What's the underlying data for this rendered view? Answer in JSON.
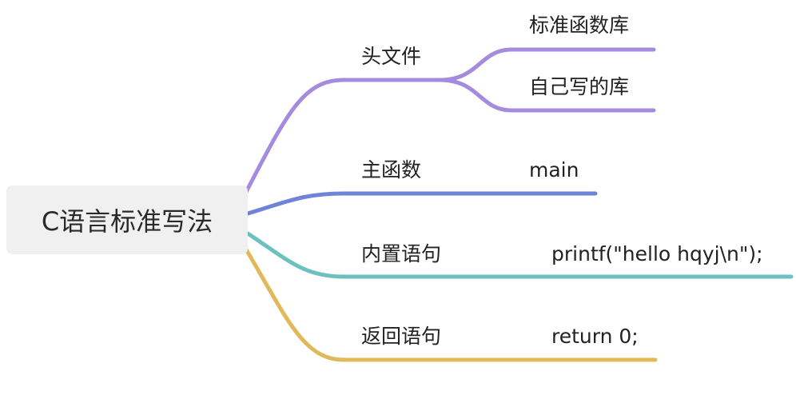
{
  "root": {
    "label": "C语言标准写法"
  },
  "branches": [
    {
      "label": "头文件",
      "color": "#a58bdd",
      "children": [
        "标准函数库",
        "自己写的库"
      ]
    },
    {
      "label": "主函数",
      "color": "#6f84d6",
      "children": [
        "main"
      ]
    },
    {
      "label": "内置语句",
      "color": "#6cc0bf",
      "children": [
        "printf(\"hello hqyj\\n\");"
      ]
    },
    {
      "label": "返回语句",
      "color": "#e0b95a",
      "children": [
        "return 0;"
      ]
    }
  ]
}
